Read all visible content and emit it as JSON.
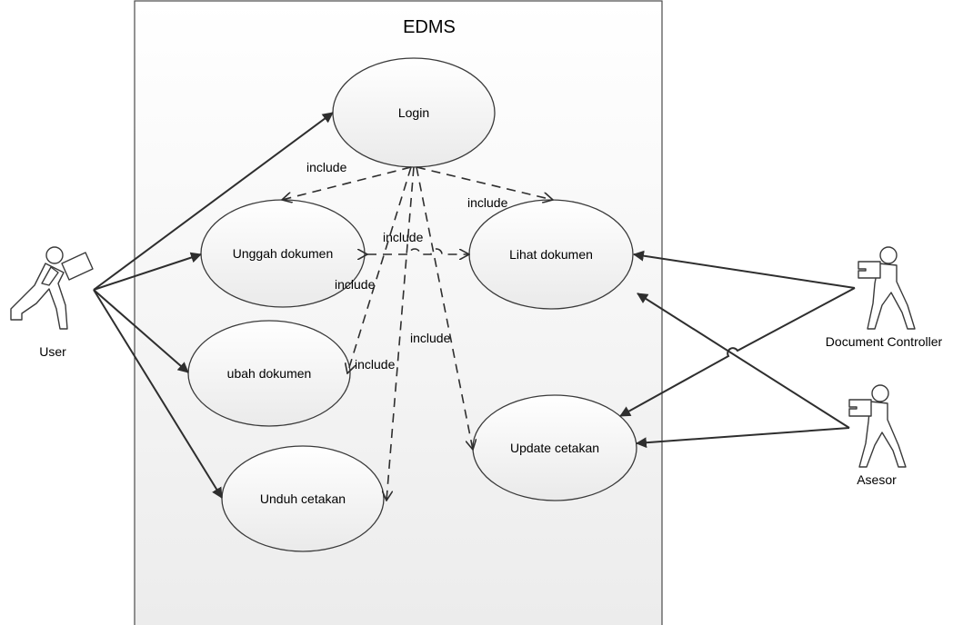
{
  "system": {
    "title": "EDMS"
  },
  "actors": {
    "user": "User",
    "document_controller": "Document Controller",
    "asesor": "Asesor"
  },
  "use_cases": {
    "login": "Login",
    "unggah": "Unggah dokumen",
    "ubah": "ubah dokumen",
    "unduh": "Unduh cetakan",
    "lihat": "Lihat dokumen",
    "update": "Update cetakan"
  },
  "relations": {
    "include_1": "include",
    "include_2": "include",
    "include_3": "include",
    "include_4": "include",
    "include_5": "include",
    "include_6": "include"
  },
  "colors": {
    "stroke": "#2e2e2e",
    "fill_top": "#ffffff",
    "fill_bottom": "#ececec"
  }
}
